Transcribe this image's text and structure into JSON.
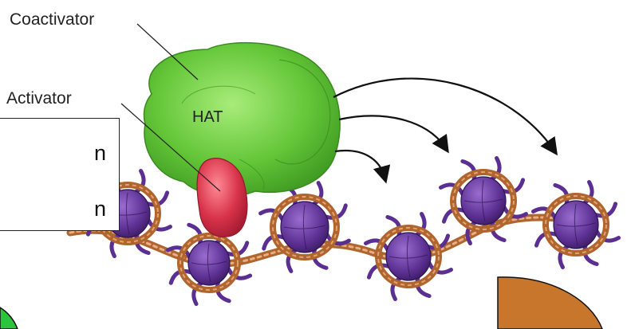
{
  "labels": {
    "coactivator": "Coactivator",
    "activator": "Activator",
    "hat": "HAT"
  },
  "side_box": {
    "lines": [
      "n",
      "n"
    ]
  },
  "colors": {
    "coactivator": "#6cc83c",
    "activator": "#d8334a",
    "histone": "#6a3d9a",
    "dna": "#b0642e",
    "corner_shape": "#c8762c",
    "corner_left_shape": "#2cc43c"
  },
  "nucleosomes": [
    {
      "name": "nucleosome-1"
    },
    {
      "name": "nucleosome-2"
    },
    {
      "name": "nucleosome-3"
    },
    {
      "name": "nucleosome-4"
    },
    {
      "name": "nucleosome-5"
    },
    {
      "name": "nucleosome-6"
    }
  ]
}
